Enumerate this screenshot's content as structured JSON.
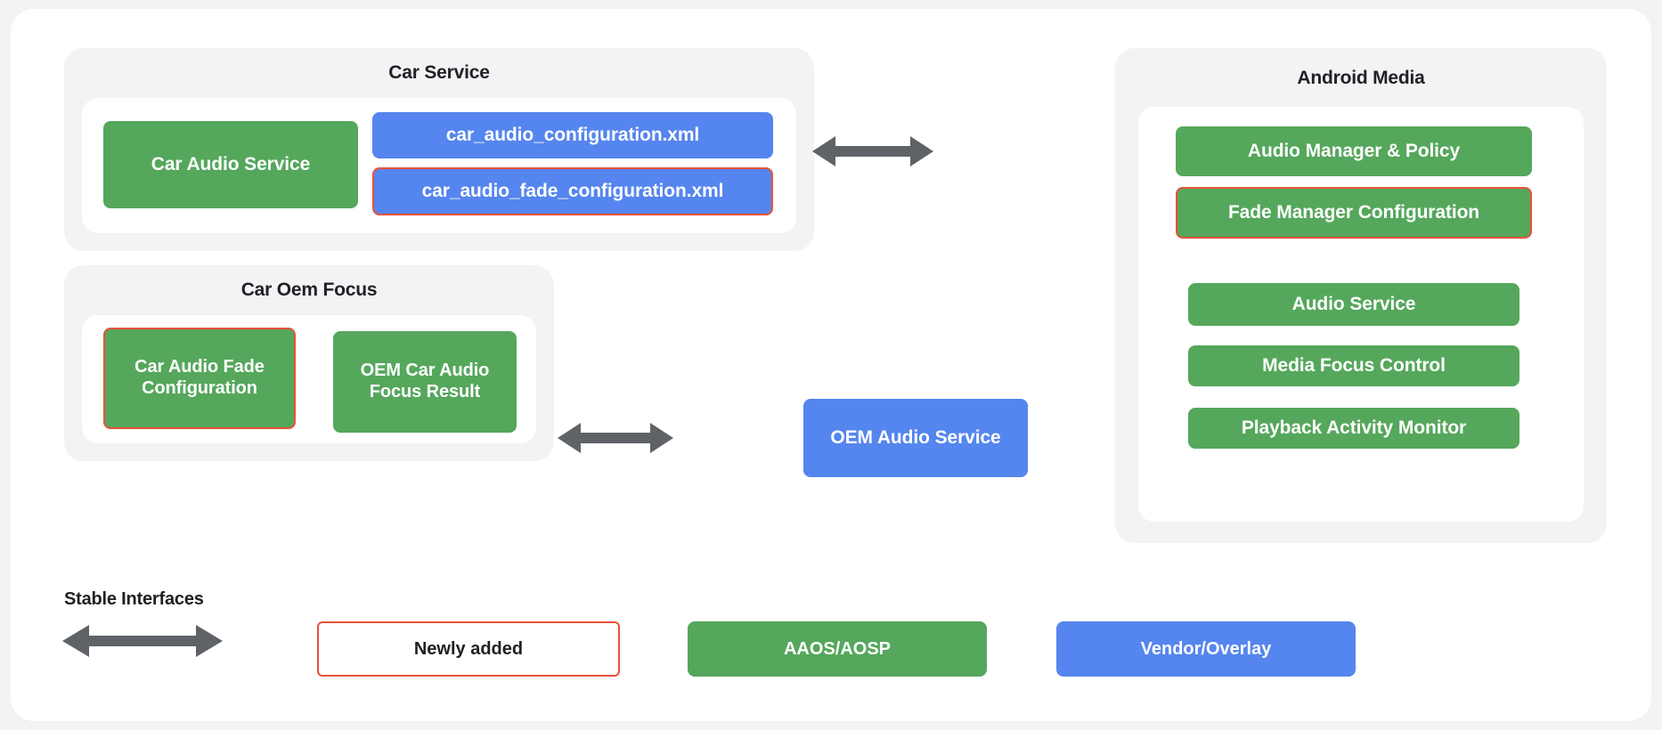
{
  "diagram": {
    "groups": {
      "car_service": {
        "title": "Car Service",
        "items": [
          {
            "label": "Car Audio Service",
            "type": "aaos"
          },
          {
            "label": "car_audio_configuration.xml",
            "type": "vendor"
          },
          {
            "label": "car_audio_fade_configuration.xml",
            "type": "vendor",
            "new": true
          }
        ]
      },
      "car_oem_focus": {
        "title": "Car Oem Focus",
        "items": [
          {
            "label": "Car Audio Fade Configuration",
            "type": "aaos",
            "new": true
          },
          {
            "label": "OEM Car Audio Focus Result",
            "type": "aaos"
          }
        ]
      },
      "android_media": {
        "title": "Android Media",
        "items": [
          {
            "label": "Audio Manager & Policy",
            "type": "aaos"
          },
          {
            "label": "Fade Manager Configuration",
            "type": "aaos",
            "new": true
          },
          {
            "label": "Audio Service",
            "type": "aaos"
          },
          {
            "label": "Media Focus Control",
            "type": "aaos"
          },
          {
            "label": "Playback Activity Monitor",
            "type": "aaos"
          }
        ]
      }
    },
    "standalone": {
      "oem_audio_service": {
        "label": "OEM Audio Service",
        "type": "vendor"
      }
    },
    "arrows": [
      {
        "name": "car-service-to-android-media",
        "style": "double-headed"
      },
      {
        "name": "car-oem-focus-to-oem-audio-service",
        "style": "double-headed"
      },
      {
        "name": "legend-stable-interfaces",
        "style": "double-headed"
      }
    ]
  },
  "legend": {
    "stable_interfaces_label": "Stable Interfaces",
    "newly_added_label": "Newly added",
    "aaos_label": "AAOS/AOSP",
    "vendor_label": "Vendor/Overlay"
  },
  "colors": {
    "aaos_green": "#55a75c",
    "vendor_blue": "#5585ee",
    "newly_added_red": "#e8523b",
    "arrow_gray": "#5f6368",
    "panel_gray": "#f1f3f4",
    "card_white": "#ffffff",
    "text_dark": "#202124"
  }
}
